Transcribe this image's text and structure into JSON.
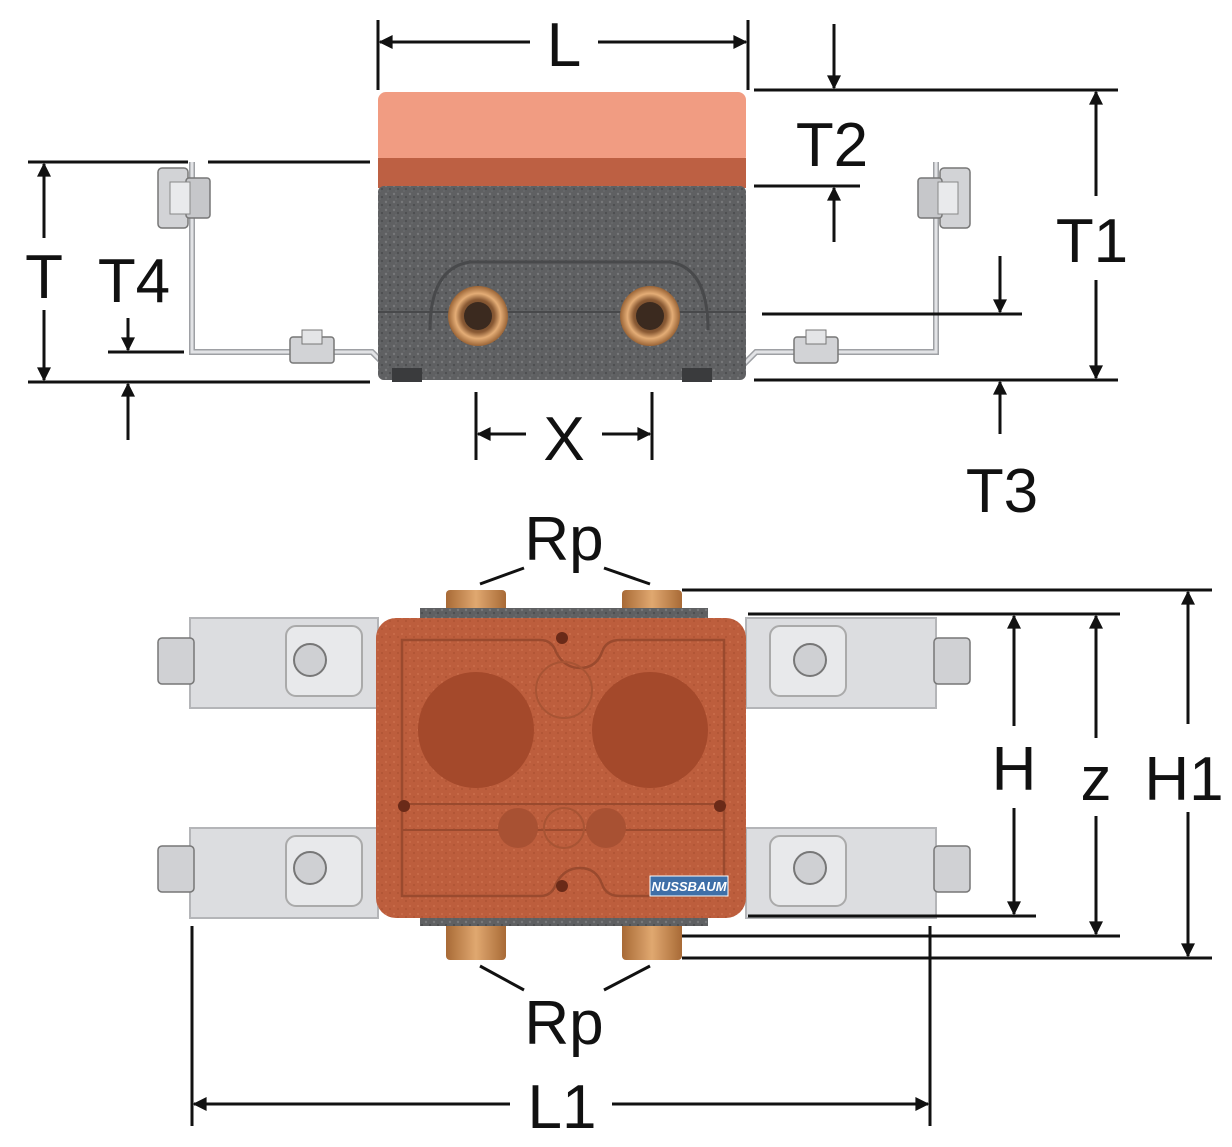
{
  "dimensions": {
    "L": "L",
    "T": "T",
    "T1": "T1",
    "T2": "T2",
    "T3": "T3",
    "T4": "T4",
    "X": "X",
    "Rp_top": "Rp",
    "Rp_bottom": "Rp",
    "H": "H",
    "Z": "z",
    "H1": "H1",
    "L1": "L1"
  },
  "brand": {
    "logo_text": "NUSSBAUM"
  },
  "colors": {
    "insulation_top": "#f19c82",
    "insulation_band": "#bd6043",
    "foam_grey": "#5d5e60",
    "foam_body_orange": "#bb5d3c",
    "brass": "#c8894e",
    "bracket": "#dcdde0",
    "logo_bg": "#3e6fa8",
    "line": "#111111"
  }
}
